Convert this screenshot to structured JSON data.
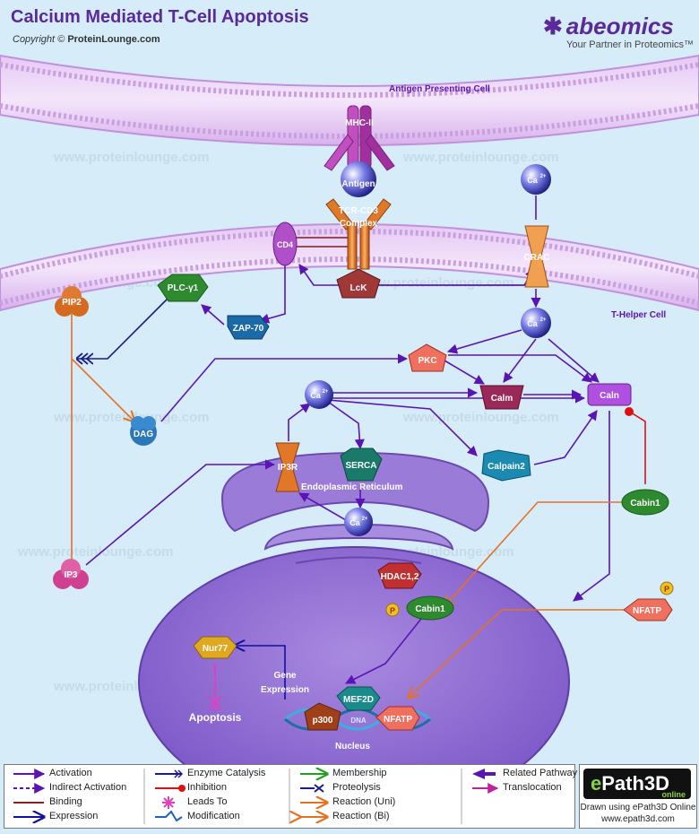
{
  "header": {
    "title": "Calcium Mediated T-Cell Apoptosis",
    "copyright_prefix": "Copyright ©",
    "copyright_site": "ProteinLounge.com",
    "brand": "abeomics",
    "tagline": "Your Partner in Proteomics™"
  },
  "watermark": "www.proteinlounge.com",
  "regions": {
    "apc": "Antigen Presenting Cell",
    "thelper": "T-Helper Cell",
    "er": "Endoplasmic Reticulum",
    "nucleus": "Nucleus"
  },
  "nodes": {
    "mhc": "MHC-II",
    "antigen": "Antigen",
    "tcr": "TCR-CD3",
    "complex": "Complex",
    "cd4": "CD4",
    "lck": "LcK",
    "crac": "CRAC",
    "ca_ext": "Ca",
    "ca_in": "Ca",
    "ca_mid": "Ca",
    "ca_er": "Ca",
    "ca_sup": "2+",
    "pip2": "PIP2",
    "plcg1": "PLC-γ1",
    "zap70": "ZAP-70",
    "pkc": "PKC",
    "dag": "DAG",
    "calm": "Calm",
    "caln": "Caln",
    "calpain2": "Calpain2",
    "ip3r": "IP3R",
    "serca": "SERCA",
    "cabin1_cyto": "Cabin1",
    "cabin1_nuc": "Cabin1",
    "hdac": "HDAC1,2",
    "nfatp_cyto": "NFATP",
    "nfatp_nuc": "NFATP",
    "p_label": "P",
    "ip3": "IP3",
    "nur77": "Nur77",
    "mef2d": "MEF2D",
    "p300": "p300",
    "dna": "DNA",
    "gene": "Gene",
    "expression": "Expression",
    "apoptosis": "Apoptosis"
  },
  "colors": {
    "background": "#d6ecf8",
    "membrane": "#d8b0ec",
    "activation": "#5b14b4",
    "inhibition": "#e01010",
    "reaction": "#e87020",
    "expression": "#1010a0",
    "leads_to": "#e040c0"
  },
  "legend": {
    "col1": [
      "Activation",
      "Indirect Activation",
      "Binding",
      "Expression"
    ],
    "col2": [
      "Enzyme Catalysis",
      "Inhibition",
      "Leads To",
      "Modification"
    ],
    "col3": [
      "Membership",
      "Proteolysis",
      "Reaction (Uni)",
      "Reaction (Bi)"
    ],
    "col4": [
      "Related Pathway",
      "Translocation"
    ]
  },
  "epath": {
    "logo_e": "e",
    "logo_rest": "Path3D",
    "logo_sub": "online",
    "line1": "Drawn using ePath3D Online",
    "line2": "www.epath3d.com"
  }
}
